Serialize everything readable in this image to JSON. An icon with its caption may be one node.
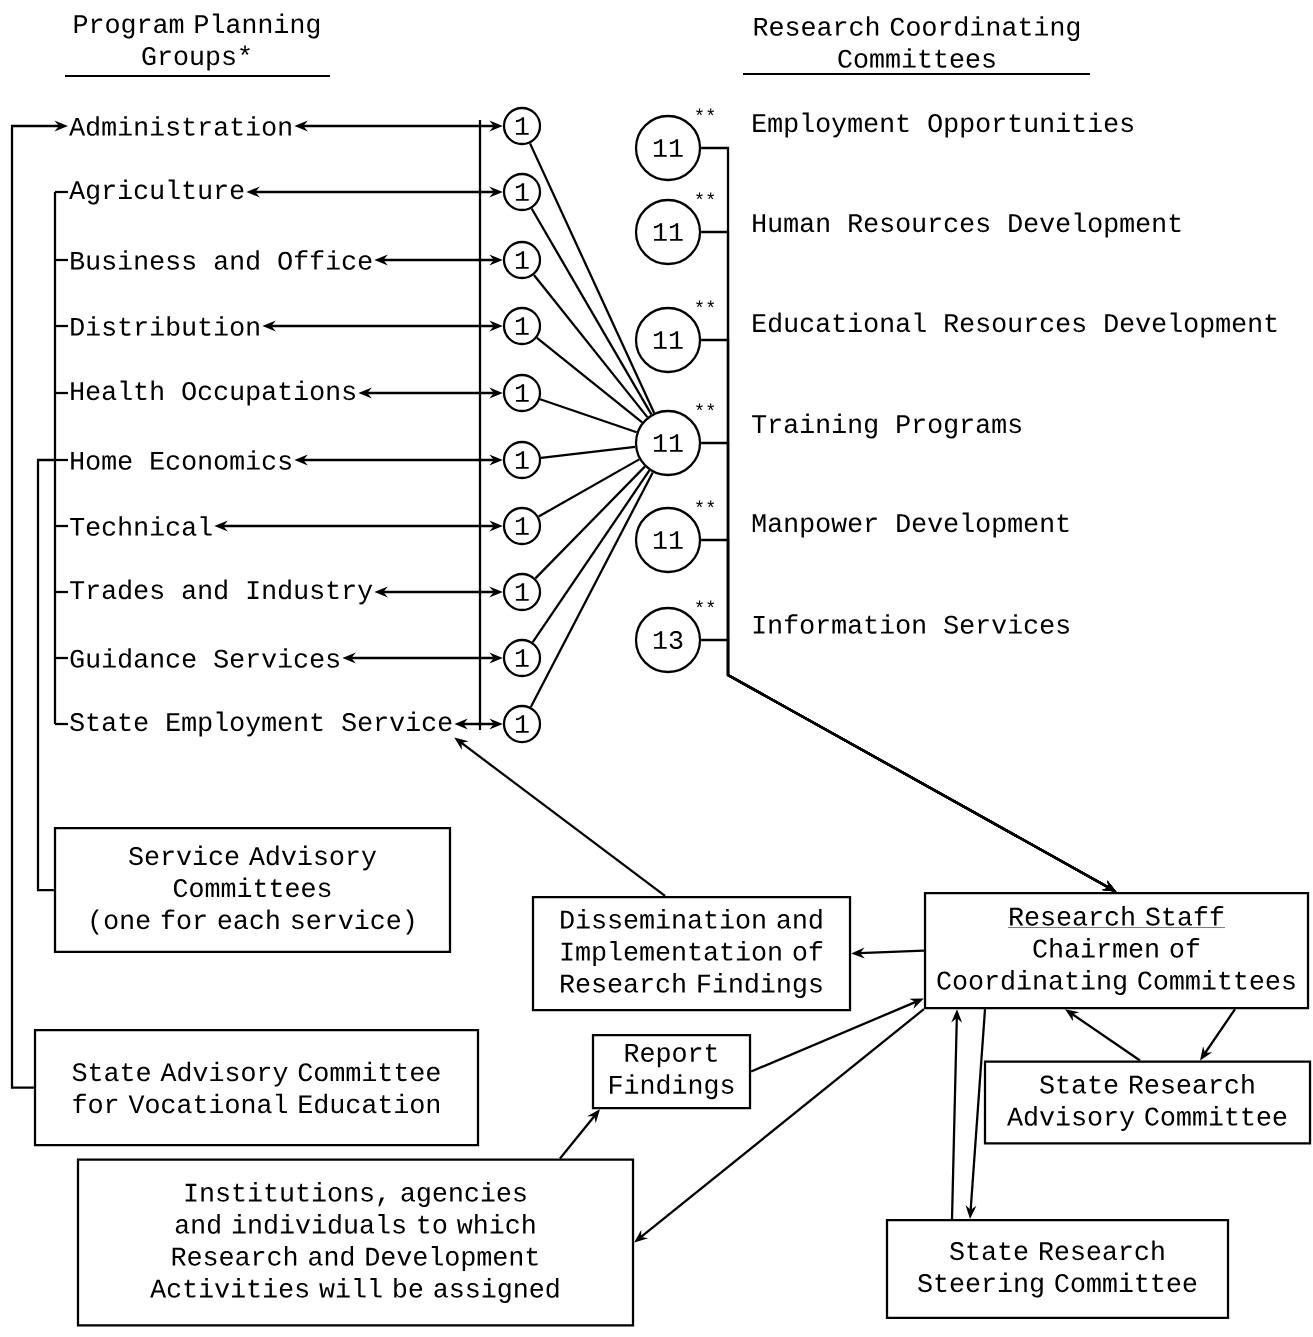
{
  "diagram": {
    "nodes": [
      {
        "text": [
          "Administration"
        ]
      },
      {
        "text": [
          "Agriculture"
        ]
      },
      {
        "text": [
          "Business and Office"
        ]
      },
      {
        "text": [
          "Distribution"
        ]
      },
      {
        "text": [
          "Health Occupations"
        ]
      },
      {
        "text": [
          "Home Economics"
        ]
      },
      {
        "text": [
          "Technical"
        ]
      },
      {
        "text": [
          "Trades and Industry"
        ]
      },
      {
        "text": [
          "Guidance Services"
        ]
      },
      {
        "text": [
          "State Employment Service"
        ]
      },
      {
        "text": [
          "1"
        ]
      },
      {
        "text": [
          "1"
        ]
      },
      {
        "text": [
          "1"
        ]
      },
      {
        "text": [
          "1"
        ]
      },
      {
        "text": [
          "1"
        ]
      },
      {
        "text": [
          "1"
        ]
      },
      {
        "text": [
          "1"
        ]
      },
      {
        "text": [
          "1"
        ]
      },
      {
        "text": [
          "1"
        ]
      },
      {
        "text": [
          "1"
        ]
      },
      {
        "text": [
          "11"
        ],
        "beside": [
          "**"
        ]
      },
      {
        "text": [
          "11"
        ],
        "beside": [
          "**"
        ]
      },
      {
        "text": [
          "11"
        ],
        "beside": [
          "**"
        ]
      },
      {
        "text": [
          "11"
        ],
        "beside": [
          "**"
        ]
      },
      {
        "text": [
          "11"
        ],
        "beside": [
          "**"
        ]
      },
      {
        "text": [
          "13"
        ],
        "beside": [
          "**"
        ]
      },
      {
        "text": [
          "Employment Opportunities"
        ]
      },
      {
        "text": [
          "Human Resources Development"
        ]
      },
      {
        "text": [
          "Educational Resources Development"
        ]
      },
      {
        "text": [
          "Training Programs"
        ]
      },
      {
        "text": [
          "Manpower Development"
        ]
      },
      {
        "text": [
          "Information Services"
        ]
      },
      {
        "text": [
          "Service Advisory Committees",
          "(one for each service)"
        ]
      },
      {
        "text": [
          "Dissemination and Implementation of Research Findings"
        ]
      },
      {
        "text": [
          "Research Staff",
          "Chairmen of Coordinating Committees"
        ]
      },
      {
        "text": [
          "State Advisory Committee for Vocational Education"
        ]
      },
      {
        "text": [
          "Report Findings"
        ]
      },
      {
        "text": [
          "State Research Advisory Committee"
        ]
      },
      {
        "text": [
          "Institutions, agencies and individuals to which Research and Development Activities will be assigned"
        ]
      },
      {
        "text": [
          "State Research Steering Committee"
        ]
      }
    ],
    "edges": [
      {
        "from": 0,
        "to": 10,
        "arrow": "both"
      },
      {
        "from": 1,
        "to": 11,
        "arrow": "both"
      },
      {
        "from": 2,
        "to": 12,
        "arrow": "both"
      },
      {
        "from": 3,
        "to": 13,
        "arrow": "both"
      },
      {
        "from": 4,
        "to": 14,
        "arrow": "both"
      },
      {
        "from": 5,
        "to": 15,
        "arrow": "both"
      },
      {
        "from": 6,
        "to": 16,
        "arrow": "both"
      },
      {
        "from": 7,
        "to": 17,
        "arrow": "both"
      },
      {
        "from": 8,
        "to": 18,
        "arrow": "both"
      },
      {
        "from": 9,
        "to": 19,
        "arrow": "both"
      },
      {
        "from": 10,
        "to": 23,
        "arrow": "none"
      },
      {
        "from": 11,
        "to": 23,
        "arrow": "none"
      },
      {
        "from": 12,
        "to": 23,
        "arrow": "none"
      },
      {
        "from": 13,
        "to": 23,
        "arrow": "none"
      },
      {
        "from": 14,
        "to": 23,
        "arrow": "none"
      },
      {
        "from": 15,
        "to": 23,
        "arrow": "none"
      },
      {
        "from": 16,
        "to": 23,
        "arrow": "none"
      },
      {
        "from": 17,
        "to": 23,
        "arrow": "none"
      },
      {
        "from": 18,
        "to": 23,
        "arrow": "none"
      },
      {
        "from": 19,
        "to": 23,
        "arrow": "none"
      },
      {
        "from": 20,
        "to": 34,
        "arrow": "to"
      },
      {
        "from": 21,
        "to": 34,
        "arrow": "to"
      },
      {
        "from": 22,
        "to": 34,
        "arrow": "to"
      },
      {
        "from": 23,
        "to": 34,
        "arrow": "to"
      },
      {
        "from": 24,
        "to": 34,
        "arrow": "to"
      },
      {
        "from": 25,
        "to": 34,
        "arrow": "to"
      },
      {
        "from": 35,
        "to": 0,
        "arrow": "to"
      },
      {
        "from": 32,
        "to": 1,
        "arrow": "none"
      },
      {
        "from": 32,
        "to": 2,
        "arrow": "none"
      },
      {
        "from": 32,
        "to": 3,
        "arrow": "none"
      },
      {
        "from": 32,
        "to": 4,
        "arrow": "none"
      },
      {
        "from": 32,
        "to": 5,
        "arrow": "none"
      },
      {
        "from": 32,
        "to": 6,
        "arrow": "none"
      },
      {
        "from": 32,
        "to": 7,
        "arrow": "none"
      },
      {
        "from": 32,
        "to": 8,
        "arrow": "none"
      },
      {
        "from": 32,
        "to": 9,
        "arrow": "none"
      },
      {
        "from": 33,
        "to": 9,
        "arrow": "to"
      },
      {
        "from": 34,
        "to": 33,
        "arrow": "to"
      },
      {
        "from": 36,
        "to": 34,
        "arrow": "to"
      },
      {
        "from": 34,
        "to": 38,
        "arrow": "to"
      },
      {
        "from": 38,
        "to": 36,
        "arrow": "to"
      },
      {
        "from": 34,
        "to": 37,
        "arrow": "to"
      },
      {
        "from": 37,
        "to": 34,
        "arrow": "to"
      },
      {
        "from": 39,
        "to": 34,
        "arrow": "to"
      },
      {
        "from": 34,
        "to": 39,
        "arrow": "to"
      }
    ],
    "labels": [
      "Program Planning Groups*",
      "Research Coordinating Committees"
    ]
  }
}
